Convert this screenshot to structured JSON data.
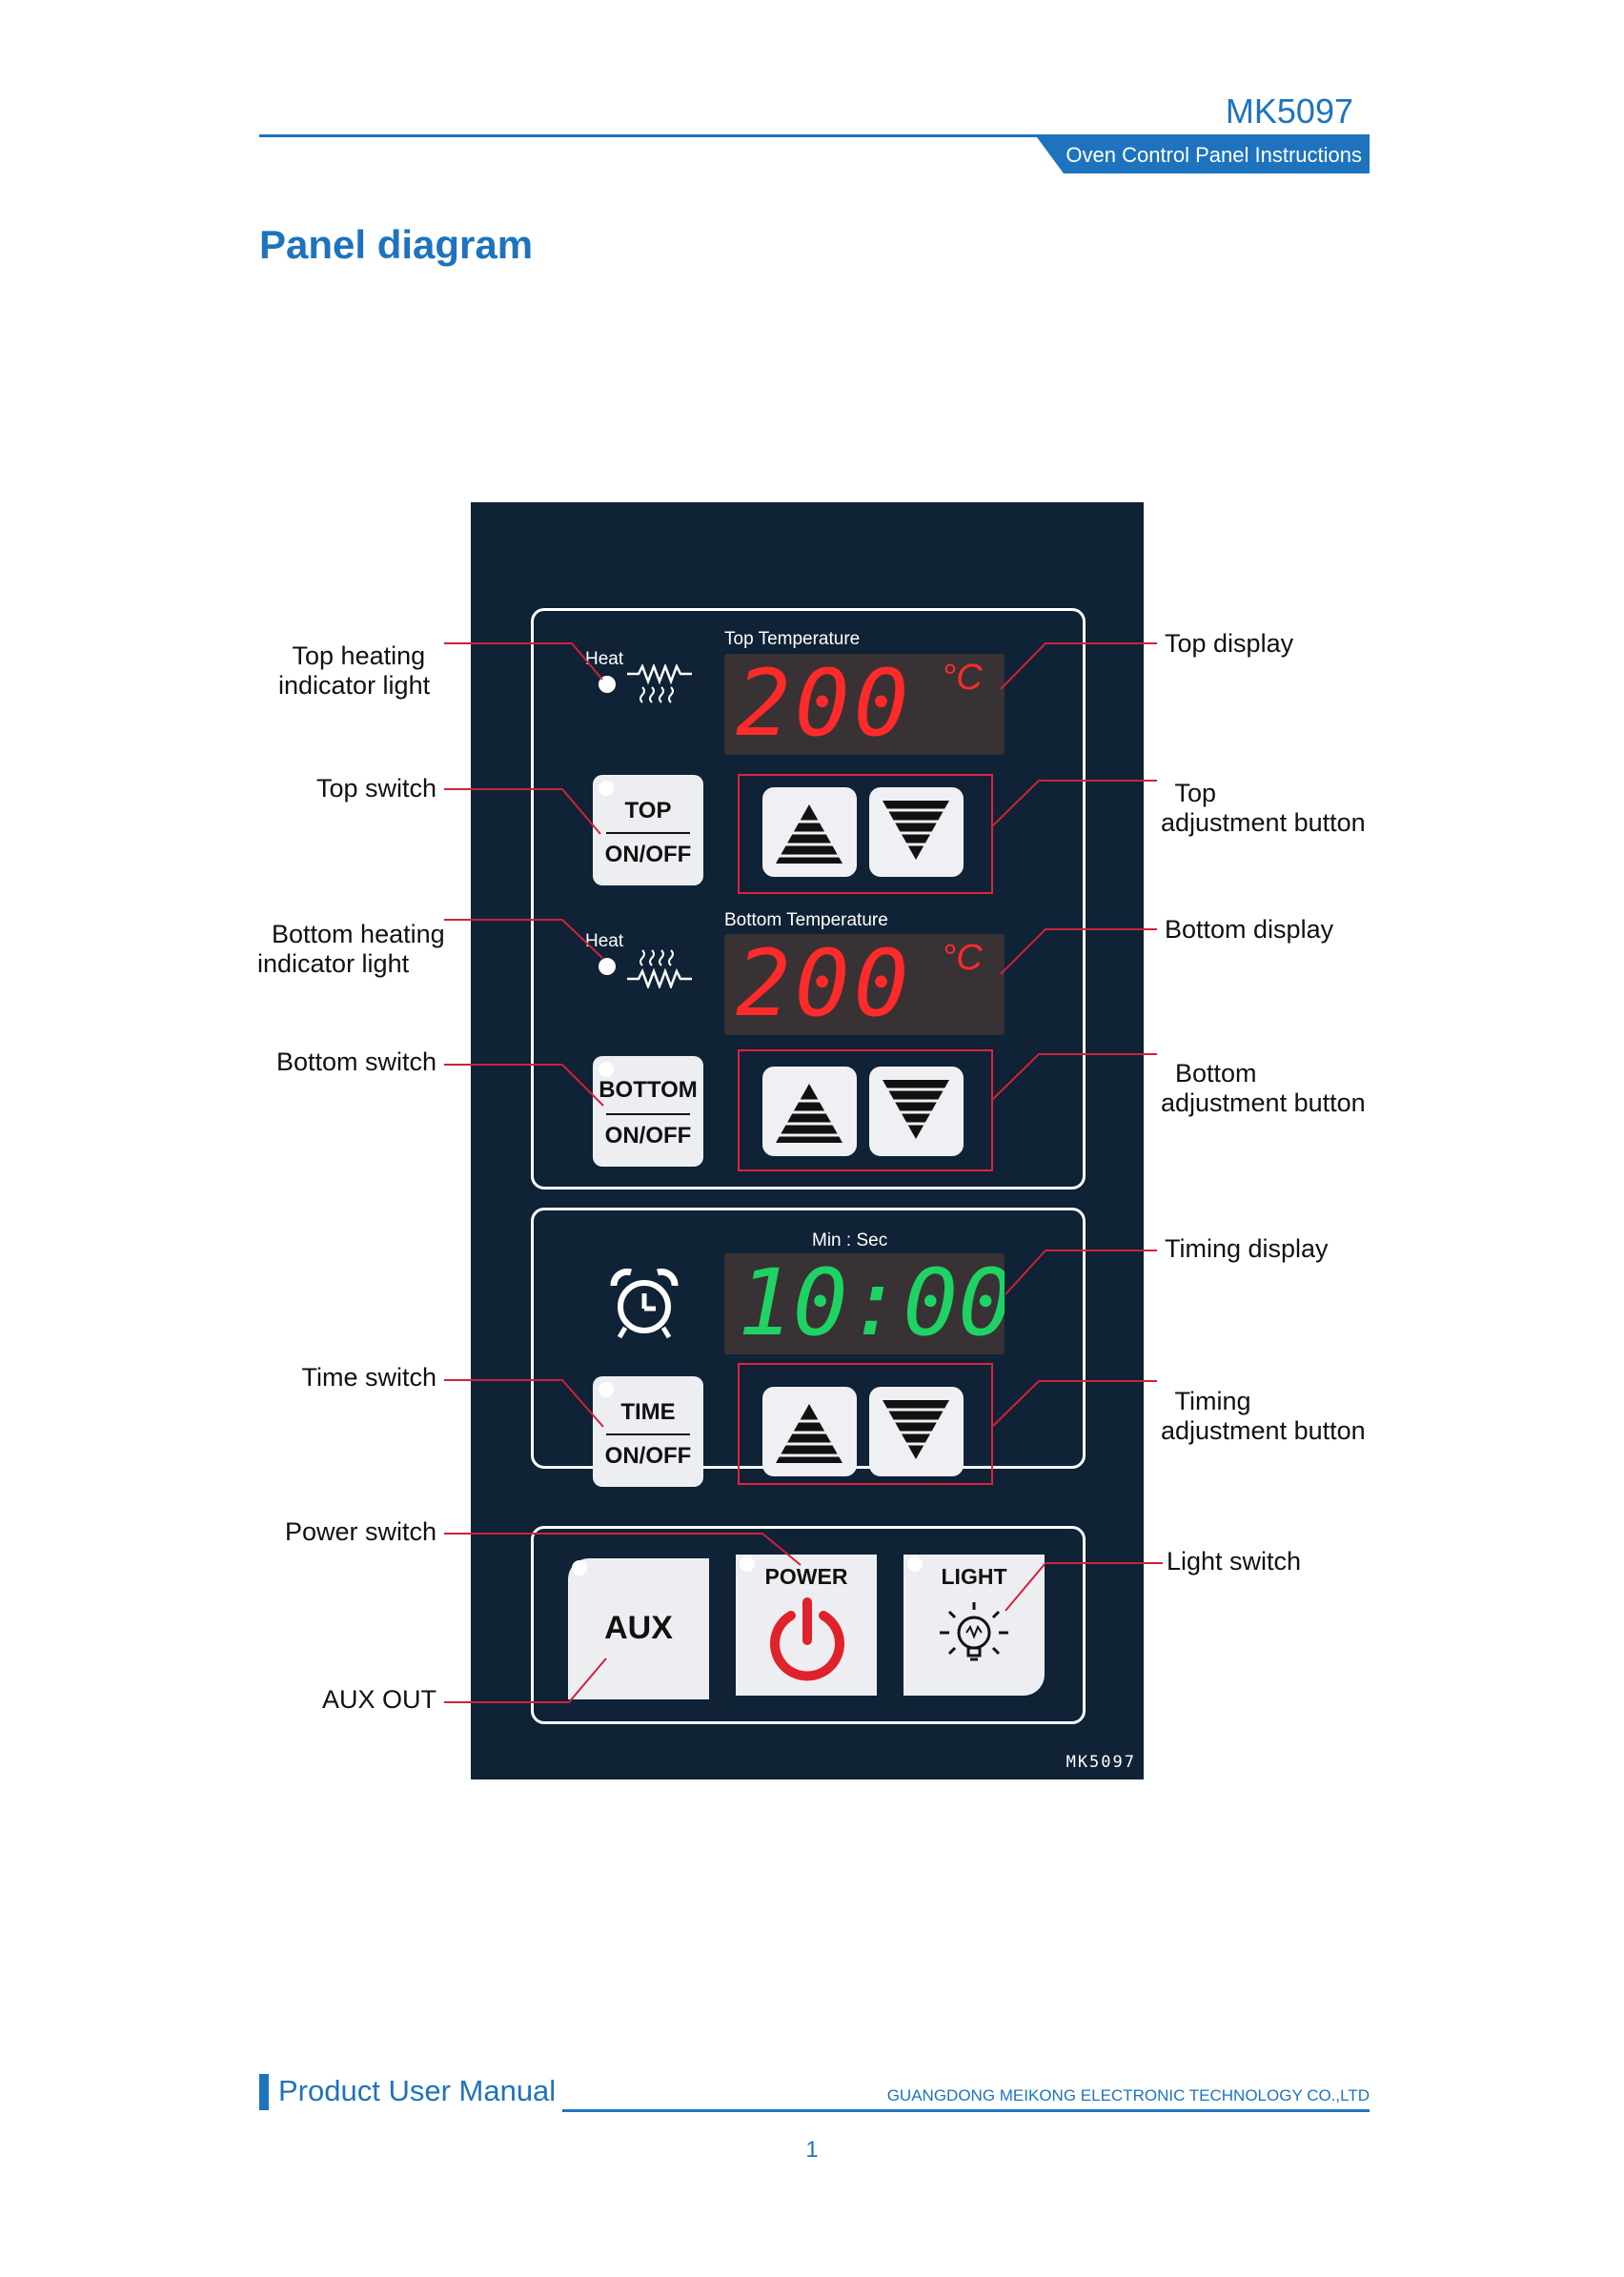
{
  "header": {
    "doc_code": "MK5097",
    "subtitle": "Oven Control Panel Instructions"
  },
  "section_title": "Panel diagram",
  "panel": {
    "top_heat_label": "Heat",
    "top_temp_label": "Top Temperature",
    "top_display_value": "200",
    "unit": "°C",
    "top_switch": {
      "line1": "TOP",
      "line2": "ON/OFF"
    },
    "bottom_heat_label": "Heat",
    "bottom_temp_label": "Bottom Temperature",
    "bottom_display_value": "200",
    "bottom_switch": {
      "line1": "BOTTOM",
      "line2": "ON/OFF"
    },
    "timer_label": "Min  :  Sec",
    "timer_display_value": "10:00",
    "time_switch": {
      "line1": "TIME",
      "line2": "ON/OFF"
    },
    "aux_label": "AUX",
    "power_label": "POWER",
    "light_label": "LIGHT",
    "model_tag": "MK5097",
    "colors": {
      "panel_bg": "#0f2236",
      "red_digits": "#ff2a2a",
      "green_digits": "#1fd264",
      "power_red": "#e0222b",
      "frame_red": "#e0223a"
    }
  },
  "callouts": {
    "top_heating_indicator": "Top heating\nindicator light",
    "top_switch": "Top switch",
    "bottom_heating_indicator": "Bottom heating\nindicator light",
    "bottom_switch": "Bottom switch",
    "time_switch": "Time switch",
    "power_switch": "Power switch",
    "aux_out": "AUX OUT",
    "top_display": "Top display",
    "top_adjustment": "Top\nadjustment button",
    "bottom_display": "Bottom display",
    "bottom_adjustment": "Bottom\nadjustment button",
    "timing_display": "Timing display",
    "timing_adjustment": "Timing\nadjustment button",
    "light_switch": "Light switch"
  },
  "footer": {
    "title": "Product User Manual",
    "company": "GUANGDONG MEIKONG ELECTRONIC TECHNOLOGY CO.,LTD",
    "page_number": "1"
  }
}
